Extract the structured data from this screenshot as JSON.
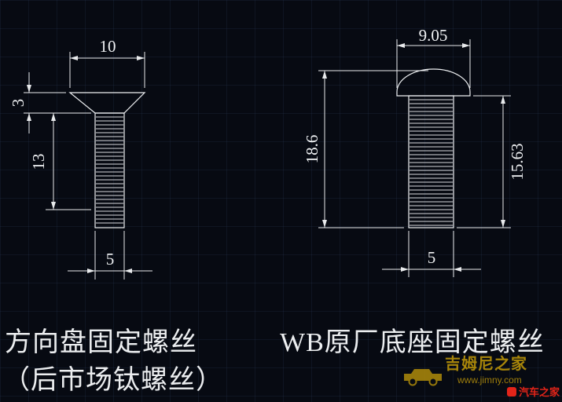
{
  "colors": {
    "background": "#070a12",
    "grid": "#2e4062",
    "line": "#eef0f2",
    "watermark_gold": "#b08c0a",
    "corner_red": "#e22419"
  },
  "left_screw": {
    "dims": {
      "head_width": "10",
      "head_height": "3",
      "shaft_length": "13",
      "diameter": "5"
    },
    "caption_line1": "方向盘固定螺丝",
    "caption_line2": "（后市场钛螺丝）"
  },
  "right_screw": {
    "dims": {
      "head_width": "9.05",
      "total_length": "18.6",
      "shaft_length": "15.63",
      "diameter": "5"
    },
    "caption": "WB原厂底座固定螺丝"
  },
  "watermark": {
    "brand": "吉姆尼之家",
    "url": "www.jimny.com",
    "corner_brand": "汽车之家"
  }
}
